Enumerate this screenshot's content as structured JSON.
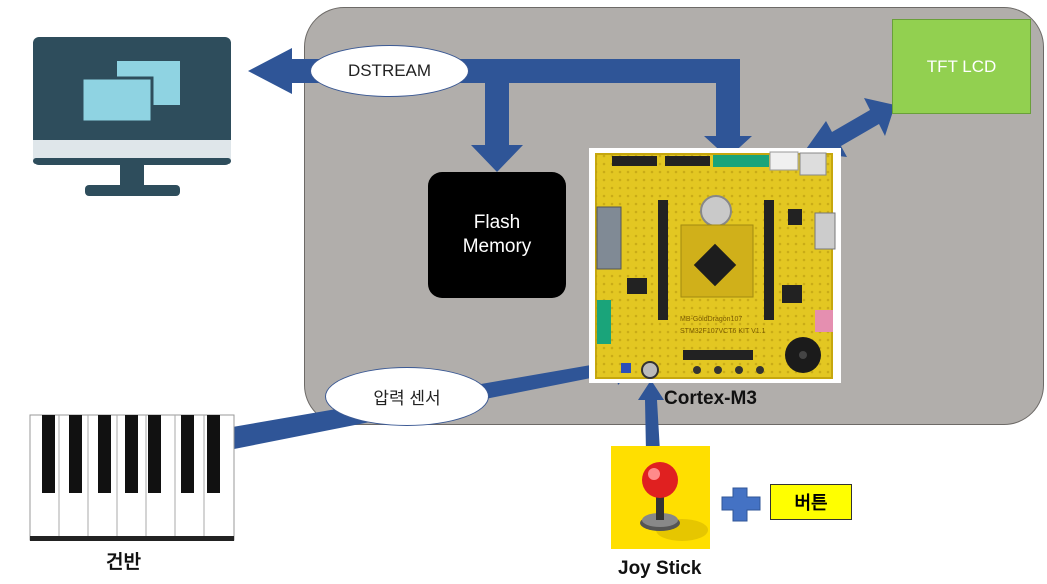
{
  "labels": {
    "dstream": "DSTREAM",
    "flash_line1": "Flash",
    "flash_line2": "Memory",
    "tft_lcd": "TFT LCD",
    "cortex": "Cortex-M3",
    "pressure_sensor": "압력 센서",
    "keyboard": "건반",
    "joystick": "Joy Stick",
    "button": "버튼"
  },
  "board_silkscreen": {
    "line1": "MB-GoldDragon107",
    "line2": "STM32F107VCT6 KIT V1.1"
  },
  "colors": {
    "panel": "#b1aeab",
    "arrow": "#2f5597",
    "tft_box": "#92d050",
    "flash_box": "#000000",
    "monitor_body": "#2e4d5c",
    "monitor_window": "#8fd3e2",
    "pcb": "#e3c722",
    "joystick_bg": "#ffdf00",
    "joystick_ball": "#e02020",
    "plus": "#4472c4",
    "button_fill": "#ffff00"
  },
  "icons": [
    "monitor-icon",
    "piano-keyboard-icon",
    "joystick-icon",
    "plus-icon",
    "pcb-board-image"
  ]
}
